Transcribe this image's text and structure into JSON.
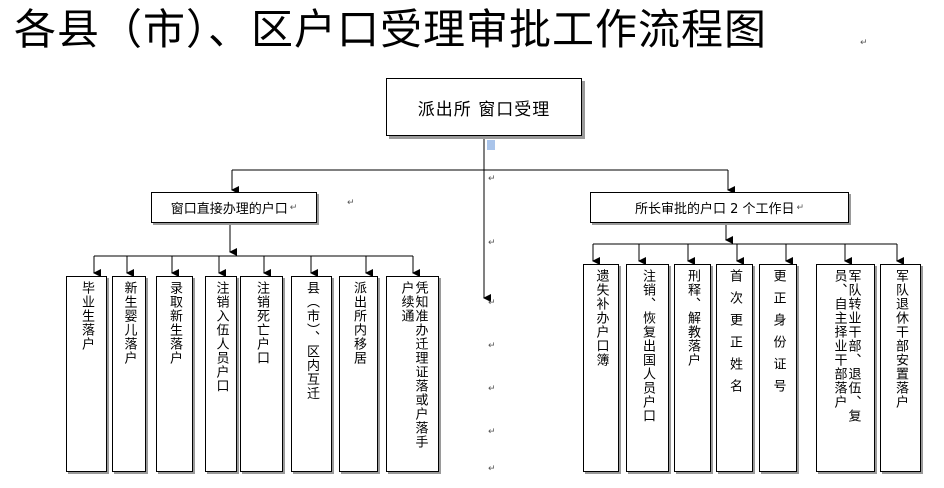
{
  "title": "各县（市）、区户口受理审批工作流程图",
  "root": {
    "label": "派出所  窗口受理"
  },
  "branches": [
    {
      "label": "窗口直接办理的户口",
      "items": [
        "毕业生落户",
        "新生婴儿落户",
        "录取新生落户",
        "注销入伍人员户口",
        "注销死亡户口",
        "县（市）、区内互迁",
        "派出所内移居",
        "凭知准办迁理证落或户落手户续通"
      ]
    },
    {
      "label": "所长审批的户口 2 个工作日",
      "items": [
        "遗失补办户口簿",
        "注销、恢复出国人员户口",
        "刑释、解教落户",
        "首次更正姓名",
        "更正身份证号",
        "军队转业干部、退伍、复员、自主择业干部落户",
        "军队退休干部安置落户"
      ]
    }
  ],
  "marks": {
    "paragraph": "↵",
    "arrow": "↲"
  }
}
